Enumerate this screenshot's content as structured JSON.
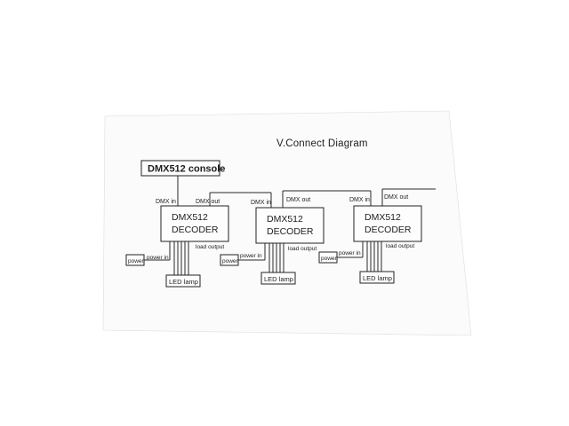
{
  "title": "V.Connect Diagram",
  "console": {
    "label": "DMX512 console"
  },
  "decoders": [
    {
      "line1": "DMX512",
      "line2": "DECODER",
      "dmx_in": "DMX  in",
      "dmx_out": "DMX out",
      "power_in": "power in",
      "load_output": "load output",
      "power": "power",
      "lamp": "LED lamp"
    },
    {
      "line1": "DMX512",
      "line2": "DECODER",
      "dmx_in": "DMX  in",
      "dmx_out": "DMX out",
      "power_in": "power in",
      "load_output": "load output",
      "power": "power",
      "lamp": "LED lamp"
    },
    {
      "line1": "DMX512",
      "line2": "DECODER",
      "dmx_in": "DMX  in",
      "dmx_out": "DMX out",
      "power_in": "power in",
      "load_output": "load output",
      "power": "power",
      "lamp": "LED lamp"
    }
  ]
}
